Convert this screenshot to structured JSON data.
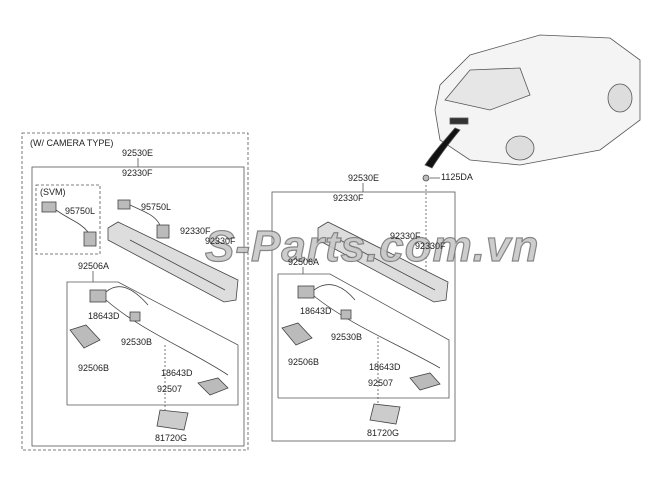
{
  "left_group": {
    "title": "(W/ CAMERA TYPE)",
    "svm_label": "(SVM)",
    "labels": {
      "assembly": "92530E",
      "bolt_top": "92330F",
      "svm_camera": "95750L",
      "camera": "95750L",
      "bolt_mid": "92330F",
      "bolt_right": "92330F",
      "harness": "92506A",
      "bulb_left": "18643D",
      "socket": "92530B",
      "lamp_left": "92506B",
      "bulb_right": "18643D",
      "lamp_right": "92507",
      "handle": "81720G"
    }
  },
  "right_group": {
    "labels": {
      "assembly": "92530E",
      "screw": "1125DA",
      "bolt_top": "92330F",
      "bolt_mid": "92330F",
      "bolt_right": "92330F",
      "harness": "92506A",
      "bulb_left": "18643D",
      "socket": "92530B",
      "lamp_left": "92506B",
      "bulb_right": "18643D",
      "lamp_right": "92507",
      "handle": "81720G"
    }
  },
  "watermark": "S-Parts.com.vn"
}
